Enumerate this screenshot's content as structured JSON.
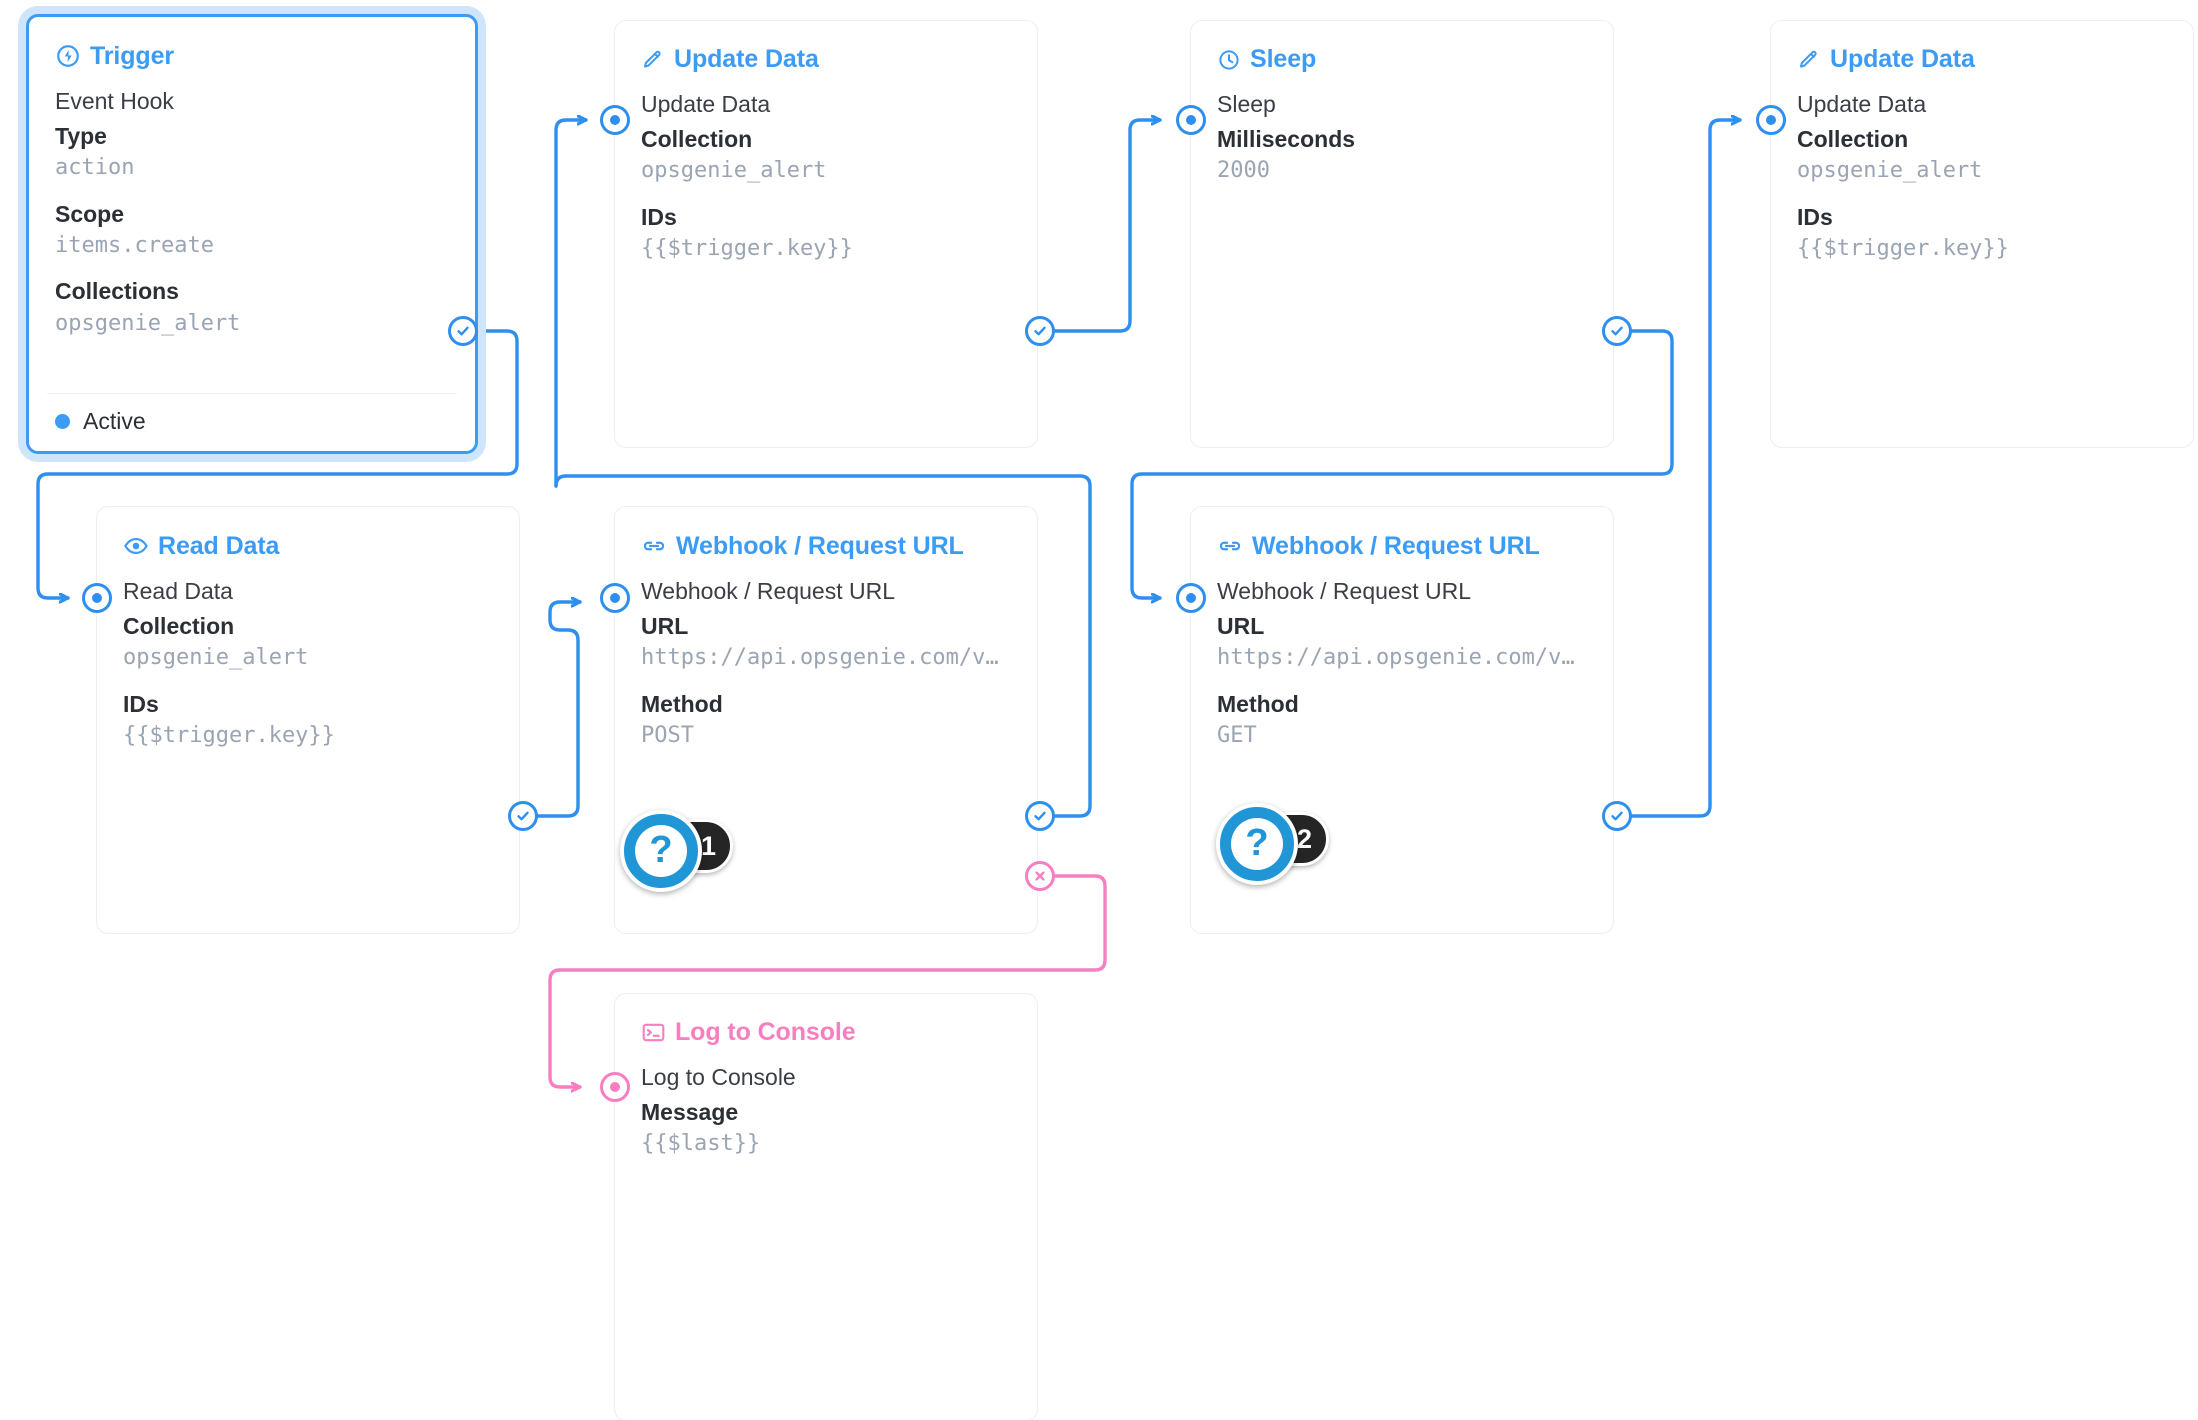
{
  "colors": {
    "accent": "#3b9bf5",
    "wire": "#2e8fef",
    "reject": "#f77fc0",
    "value_text": "#9aa4b2",
    "label_text": "#2b2f36",
    "badge_bg": "#252525",
    "help_blue": "#2196d6"
  },
  "nodes": [
    {
      "id": "trigger",
      "header": "Trigger",
      "icon": "bolt-circle-icon",
      "title": "Event Hook",
      "fields": [
        {
          "label": "Type",
          "value": "action"
        },
        {
          "label": "Scope",
          "value": "items.create"
        },
        {
          "label": "Collections",
          "value": "opsgenie_alert"
        }
      ],
      "status": "Active",
      "selected": true
    },
    {
      "id": "update-data-1",
      "header": "Update Data",
      "icon": "pencil-icon",
      "title": "Update Data",
      "fields": [
        {
          "label": "Collection",
          "value": "opsgenie_alert"
        },
        {
          "label": "IDs",
          "value": "{{$trigger.key}}"
        }
      ]
    },
    {
      "id": "sleep",
      "header": "Sleep",
      "icon": "clock-icon",
      "title": "Sleep",
      "fields": [
        {
          "label": "Milliseconds",
          "value": "2000"
        }
      ]
    },
    {
      "id": "update-data-2",
      "header": "Update Data",
      "icon": "pencil-icon",
      "title": "Update Data",
      "fields": [
        {
          "label": "Collection",
          "value": "opsgenie_alert"
        },
        {
          "label": "IDs",
          "value": "{{$trigger.key}}"
        }
      ]
    },
    {
      "id": "read-data",
      "header": "Read Data",
      "icon": "eye-icon",
      "title": "Read Data",
      "fields": [
        {
          "label": "Collection",
          "value": "opsgenie_alert"
        },
        {
          "label": "IDs",
          "value": "{{$trigger.key}}"
        }
      ]
    },
    {
      "id": "webhook-post",
      "header": "Webhook / Request URL",
      "icon": "link-icon",
      "title": "Webhook / Request URL",
      "fields": [
        {
          "label": "URL",
          "value": "https://api.opsgenie.com/v…"
        },
        {
          "label": "Method",
          "value": "POST"
        }
      ]
    },
    {
      "id": "webhook-get",
      "header": "Webhook / Request URL",
      "icon": "link-icon",
      "title": "Webhook / Request URL",
      "fields": [
        {
          "label": "URL",
          "value": "https://api.opsgenie.com/v…"
        },
        {
          "label": "Method",
          "value": "GET"
        }
      ]
    },
    {
      "id": "log-to-console",
      "header": "Log to Console",
      "icon": "terminal-icon",
      "title": "Log to Console",
      "fields": [
        {
          "label": "Message",
          "value": "{{$last}}"
        }
      ]
    }
  ],
  "help_markers": [
    {
      "id": "help-1",
      "glyph": "?",
      "count": "1"
    },
    {
      "id": "help-2",
      "glyph": "?",
      "count": "2"
    }
  ]
}
